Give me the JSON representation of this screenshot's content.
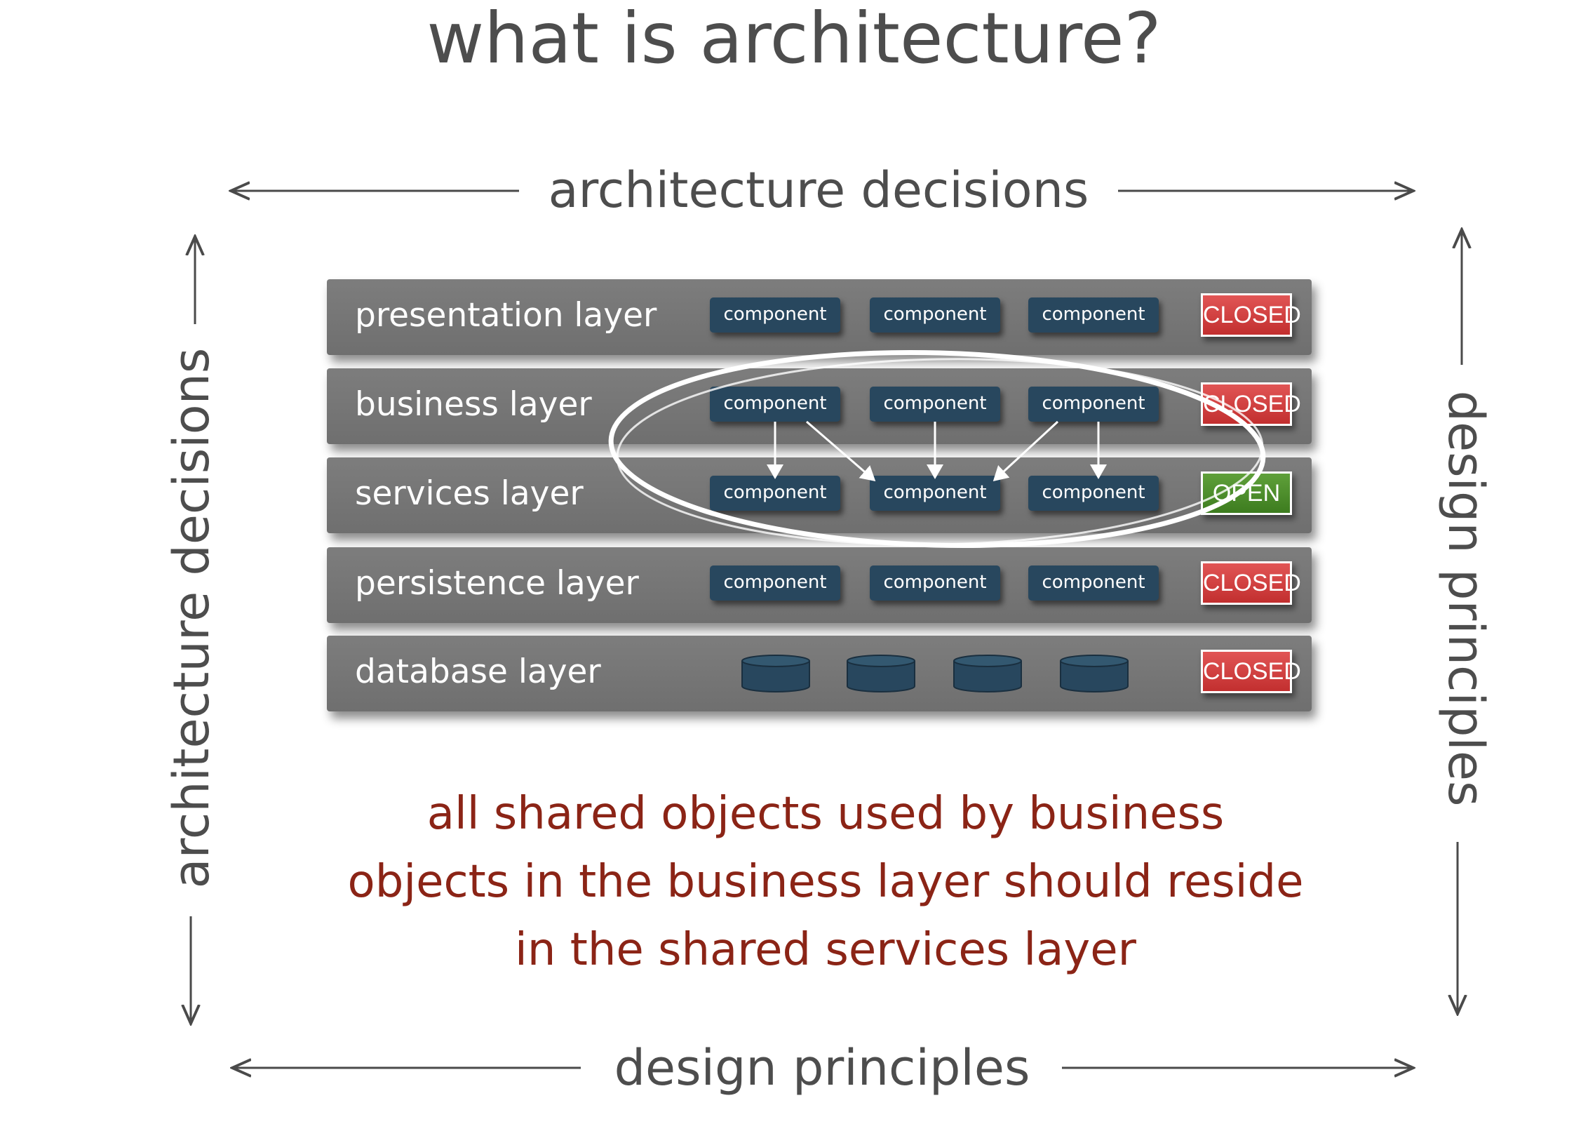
{
  "title": "what is architecture?",
  "labels": {
    "top": "architecture decisions",
    "bottom": "design principles",
    "left": "architecture decisions",
    "right": "design principles"
  },
  "layers": [
    {
      "label": "presentation layer",
      "components": [
        "component",
        "component",
        "component"
      ],
      "status": "CLOSED"
    },
    {
      "label": "business layer",
      "components": [
        "component",
        "component",
        "component"
      ],
      "status": "CLOSED"
    },
    {
      "label": "services layer",
      "components": [
        "component",
        "component",
        "component"
      ],
      "status": "OPEN"
    },
    {
      "label": "persistence layer",
      "components": [
        "component",
        "component",
        "component"
      ],
      "status": "CLOSED"
    },
    {
      "label": "database layer",
      "databases": 4,
      "status": "CLOSED"
    }
  ],
  "note_lines": [
    "all shared objects used by business",
    "objects in the business layer should reside",
    "in the shared services layer"
  ],
  "colors": {
    "layer": "#777777",
    "component": "#28475e",
    "closed": "#d33f3f",
    "open": "#4e8e2c",
    "note": "#8b2416",
    "text": "#4d4d4d"
  }
}
